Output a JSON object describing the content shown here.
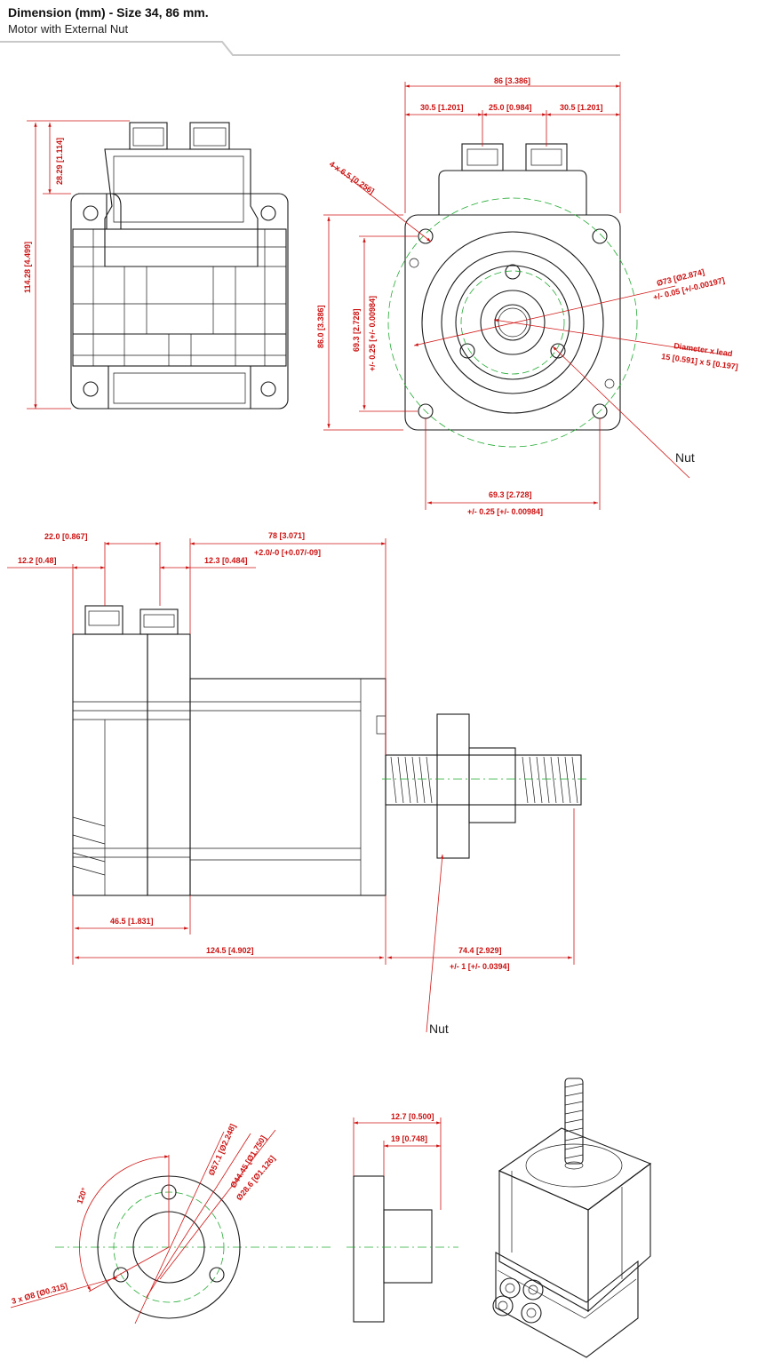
{
  "header": {
    "title": "Dimension (mm) - Size 34, 86 mm.",
    "subtitle": "Motor with External Nut"
  },
  "colors": {
    "dimension": "#cc1111",
    "centerline": "#22aa33",
    "outline": "#1a1a1a"
  },
  "front_view": {
    "dim_height_total": "114.28 [4.499]",
    "dim_connector_height": "28.29 [1.114]"
  },
  "end_view": {
    "dim_width": "86 [3.386]",
    "dim_left_offset": "30.5 [1.201]",
    "dim_connector_spacing": "25.0 [0.984]",
    "dim_right_offset": "30.5 [1.201]",
    "dim_holes": "4 x 6.5 [0.256]",
    "dim_height": "86.0 [3.386]",
    "dim_bolt_v": "69.3 [2.728]",
    "dim_bolt_v_tol": "+/- 0.25 [+/- 0.00984]",
    "dim_pilot": "Ø73 [Ø2.874]",
    "dim_pilot_tol": "+/- 0.05 [+/-0.00197]",
    "dim_lead_title": "Diameter x lead",
    "dim_lead_value": "15 [0.591] x 5 [0.197]",
    "nut_label": "Nut",
    "dim_bolt_h": "69.3 [2.728]",
    "dim_bolt_h_tol": "+/- 0.25 [+/- 0.00984]"
  },
  "side_view": {
    "dim_connector_a": "22.0 [0.867]",
    "dim_connector_b": "12.2 [0.48]",
    "dim_motor_len": "78 [3.071]",
    "dim_motor_len_tol": "+2.0/-0 [+0.07/-09]",
    "dim_connector_c": "12.3 [0.484]",
    "dim_drive_len": "46.5 [1.831]",
    "dim_total_len": "124.5 [4.902]",
    "dim_screw_len": "74.4 [2.929]",
    "dim_screw_len_tol": "+/- 1 [+/- 0.0394]",
    "nut_label": "Nut"
  },
  "nut_detail": {
    "dim_angle": "120°",
    "dim_flange_dia": "Ø57.1 [Ø2.248]",
    "dim_bolt_circle": "Ø44.45 [Ø1.750]",
    "dim_body_dia": "Ø28.6 [Ø1.126]",
    "dim_holes": "3 x Ø8 [Ø0.315]",
    "dim_length": "12.7 [0.500]",
    "dim_body_len": "19 [0.748]"
  }
}
